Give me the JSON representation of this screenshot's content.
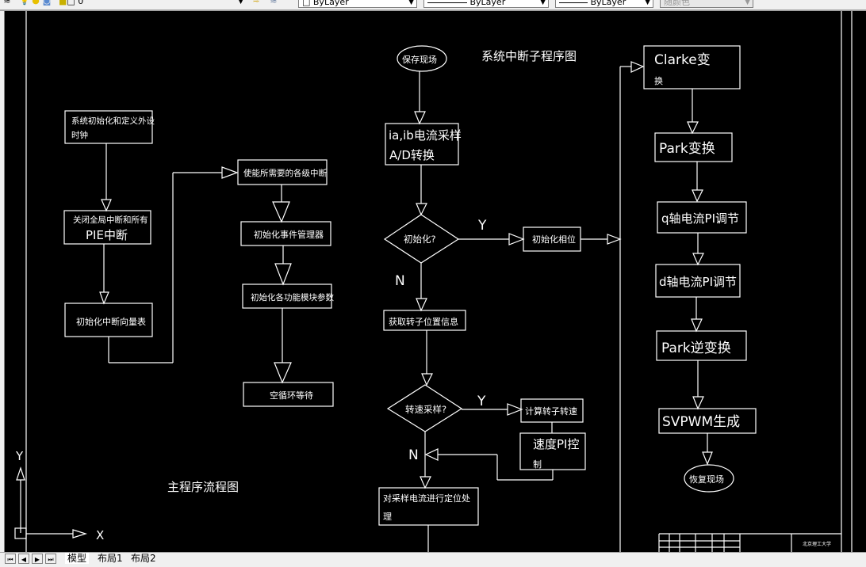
{
  "toolbar": {
    "layer_value": "0",
    "color_value": "ByLayer",
    "linetype_value": "ByLayer",
    "lineweight_value": "ByLayer",
    "plotstyle_value": "随颜色"
  },
  "tabs": [
    {
      "label": "模型",
      "active": true
    },
    {
      "label": "布局1",
      "active": false
    },
    {
      "label": "布局2",
      "active": false
    }
  ],
  "nav_buttons": [
    "first",
    "prev",
    "next",
    "last"
  ],
  "ucs": {
    "x_label": "X",
    "y_label": "Y"
  },
  "main_flow": {
    "title": "主程序流程图",
    "steps": {
      "s1_line1": "系统初始化和定义外设",
      "s1_line2": "时钟",
      "s2_line1": "关闭全局中断和所有",
      "s2_line2": "PIE中断",
      "s3": "初始化中断向量表",
      "s4": "使能所需要的各级中断",
      "s5": "初始化事件管理器",
      "s6": "初始化各功能模块参数",
      "s7": "空循环等待"
    }
  },
  "interrupt_flow": {
    "title": "系统中断子程序图",
    "start": "保存现场",
    "adc_line1": "ia,ib电流采样",
    "adc_line2": "A/D转换",
    "decision_init": "初始化?",
    "yes_label": "Y",
    "no_label": "N",
    "init_phase": "初始化相位",
    "get_rotor": "获取转子位置信息",
    "decision_speed": "转速采样?",
    "calc_speed": "计算转子转速",
    "speed_pi_line1": "速度PI控",
    "speed_pi_line2": "制",
    "process_line1": "对采样电流进行定位处",
    "process_line2": "理",
    "clarke_line1": "Clarke变",
    "clarke_line2": "换",
    "park": "Park变换",
    "q_pi": "q轴电流PI调节",
    "d_pi": "d轴电流PI调节",
    "ipark": "Park逆变换",
    "svpwm": "SVPWM生成",
    "end": "恢复现场"
  },
  "title_block": {
    "text": "北京理工大学"
  }
}
